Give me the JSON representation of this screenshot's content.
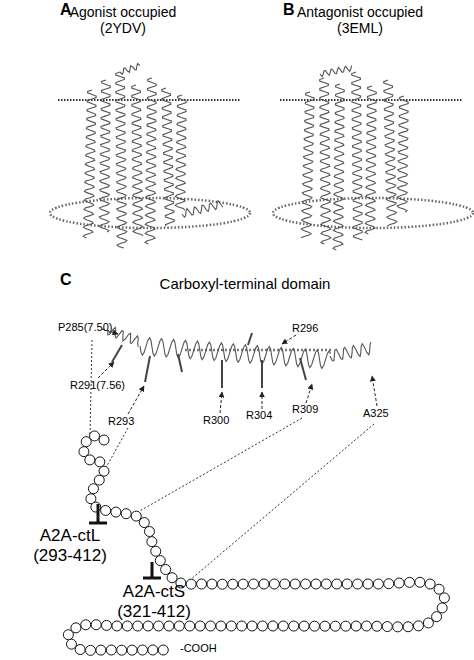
{
  "diagram": {
    "labels": [
      "A",
      "Agonist occupied (2YDV)",
      "B",
      "Antagonist occupied (3EML)",
      "C",
      "Carboxyl-terminal domain",
      "P285(7.50)",
      "R296",
      "R291(7.56)",
      "R293",
      "R300",
      "R304",
      "R309",
      "A325",
      "A2A-ctL (293-412)",
      "A2A-ctS (321-412)",
      "-COOH"
    ]
  }
}
